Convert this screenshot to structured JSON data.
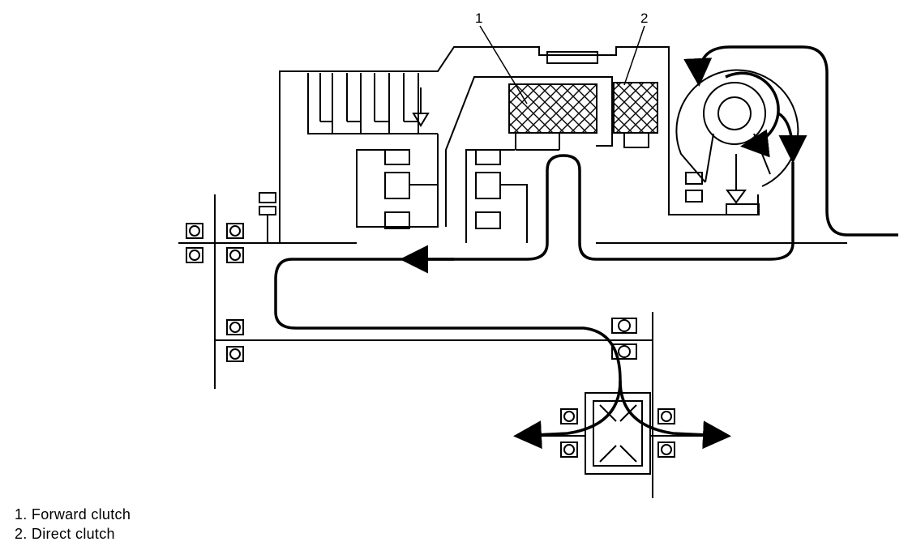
{
  "diagram": {
    "callouts": [
      {
        "number": "1"
      },
      {
        "number": "2"
      }
    ],
    "parts": [
      "forward-clutch",
      "direct-clutch",
      "torque-converter",
      "differential",
      "bearings",
      "shafts"
    ],
    "flow": "power flow arrows from input (right) through converter, clutches and shafts to differential outputs (left and right)"
  },
  "legend": [
    {
      "label": "1.  Forward clutch"
    },
    {
      "label": "2.  Direct clutch"
    }
  ]
}
